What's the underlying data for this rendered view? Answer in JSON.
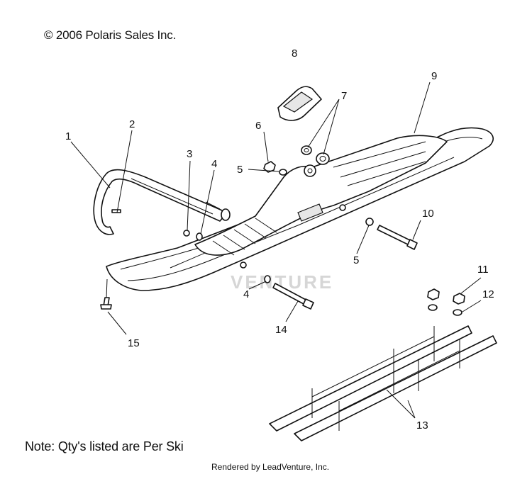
{
  "header": {
    "copyright": "© 2006 Polaris Sales Inc."
  },
  "footer": {
    "note": "Note: Qty's listed are Per Ski",
    "rendered_by": "Rendered by LeadVenture, Inc."
  },
  "watermark": {
    "text": "VENTURE"
  },
  "callouts": {
    "c1": "1",
    "c2": "2",
    "c3": "3",
    "c4a": "4",
    "c4b": "4",
    "c5a": "5",
    "c5b": "5",
    "c6": "6",
    "c7": "7",
    "c8": "8",
    "c9": "9",
    "c10": "10",
    "c11": "11",
    "c12": "12",
    "c13": "13",
    "c14": "14",
    "c15": "15"
  }
}
